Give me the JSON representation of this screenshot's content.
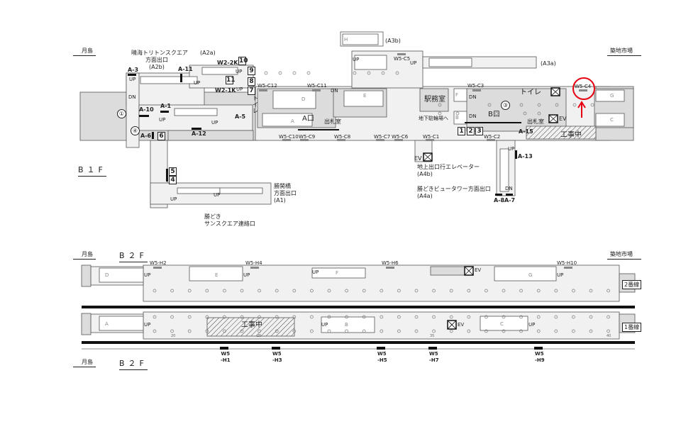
{
  "colors": {
    "floor": "#f1f1f1",
    "room": "#dcdcdc",
    "highlight": "#e60012",
    "ink": "#222222"
  },
  "b1f": {
    "floor_label": "B１F",
    "direction_left": "月島",
    "direction_right": "築地市場",
    "exits": {
      "a2b_name": "晴海トリトンスクエア",
      "a2b_sub": "方面出口",
      "a2b_code": "(A2b)",
      "a2a_code": "(A2a)",
      "a3b_code": "(A3b)",
      "a3a_code": "(A3a)",
      "a1_name": "勝鬨橋",
      "a1_sub": "方面出口",
      "a1_code": "(A1)",
      "sunsquare_1": "勝どき",
      "sunsquare_2": "サンスクエア連絡口",
      "a4b_name": "地上出口行エレベーター",
      "a4b_code": "(A4b)",
      "a4a_name": "勝どきビュータワー方面出口",
      "a4a_code": "(A4a)"
    },
    "markers": [
      "A-3",
      "A-11",
      "A-10",
      "A-1",
      "A-6",
      "A-12",
      "A-5",
      "A-15",
      "A-13",
      "A-8",
      "A-7"
    ],
    "wall_signs": [
      "W2-2K",
      "W2-1K",
      "W5-C12",
      "W5-C11",
      "W5-C10",
      "W5-C9",
      "W5-C8",
      "W5-C7",
      "W5-C6",
      "W5-C5",
      "W5-C1",
      "W5-C3",
      "W5-C2",
      "W5-C4"
    ],
    "exit_numbers": [
      "10",
      "9",
      "11",
      "8",
      "7",
      "6",
      "5",
      "4",
      "1",
      "2",
      "3"
    ],
    "circled_numbers": [
      "①",
      "④",
      "③"
    ],
    "rooms": {
      "toilet_left": "トイレ",
      "ticket_a": "出札室",
      "gate_a": "A口",
      "station_office": "駅務室",
      "bike_parking": "地下駐輪場へ",
      "toilet_right": "トイレ",
      "gate_b": "B口",
      "ticket_b": "出札室",
      "construction": "工事中",
      "ev": "EV"
    },
    "stair_labels": {
      "up": "UP",
      "dn": "DN"
    },
    "stair_ids": [
      "D",
      "E",
      "A",
      "H",
      "F",
      "B",
      "G",
      "C"
    ]
  },
  "b2f": {
    "floor_label": "B２F",
    "direction_left": "月島",
    "direction_right": "築地市場",
    "wall_signs": [
      "W5-H2",
      "W5-H4",
      "W5-H6",
      "W5-H10"
    ],
    "pillar_signs": [
      [
        "W5",
        "-H1"
      ],
      [
        "W5",
        "-H3"
      ],
      [
        "W5",
        "-H5"
      ],
      [
        "W5",
        "-H7"
      ],
      [
        "W5",
        "-H9"
      ]
    ],
    "track_2": "2番線",
    "track_1": "1番線",
    "construction": "工事中",
    "ev": "EV",
    "up": "UP",
    "stair_ids": [
      "D",
      "E",
      "F",
      "G",
      "A",
      "B",
      "C"
    ],
    "car_numbers": [
      "20",
      "25",
      "35",
      "40"
    ]
  },
  "bottom": {
    "floor_label": "B２F",
    "direction_left": "月島"
  }
}
